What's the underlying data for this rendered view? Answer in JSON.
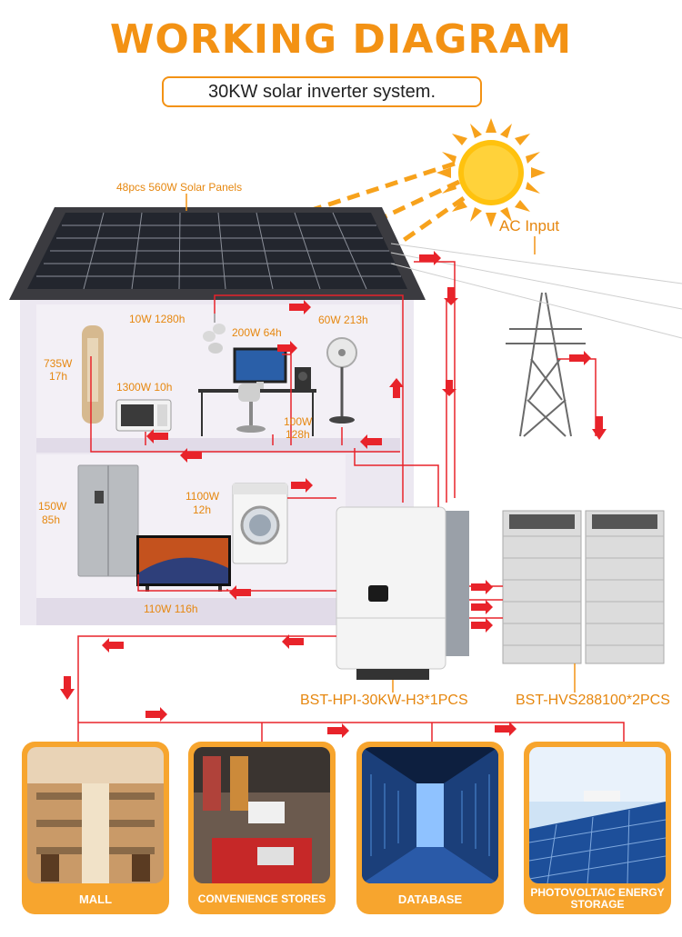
{
  "header": {
    "title": "WORKING DIAGRAM",
    "subtitle": "30KW solar inverter system."
  },
  "labels": {
    "solar_panels": "48pcs 560W Solar Panels",
    "ac_input": "AC Input",
    "lamp": "10W 1280h",
    "computer": "200W 64h",
    "fan": "60W 213h",
    "heater_w": "735W",
    "heater_h": "17h",
    "microwave": "1300W 10h",
    "speaker_w": "100W",
    "speaker_h": "128h",
    "fridge_w": "150W",
    "fridge_h": "85h",
    "washer_w": "1100W",
    "washer_h": "12h",
    "tv": "110W 116h",
    "inverter_model": "BST-HPI-30KW-H3*1PCS",
    "battery_model": "BST-HVS288100*2PCS"
  },
  "cards": [
    {
      "caption": "MALL"
    },
    {
      "caption": "CONVENIENCE STORES"
    },
    {
      "caption": "DATABASE"
    },
    {
      "caption": "PHOTOVOLTAIC ENERGY STORAGE"
    }
  ],
  "colors": {
    "accent": "#f39214",
    "wire": "#e8232a",
    "house": "#ece8f1"
  }
}
